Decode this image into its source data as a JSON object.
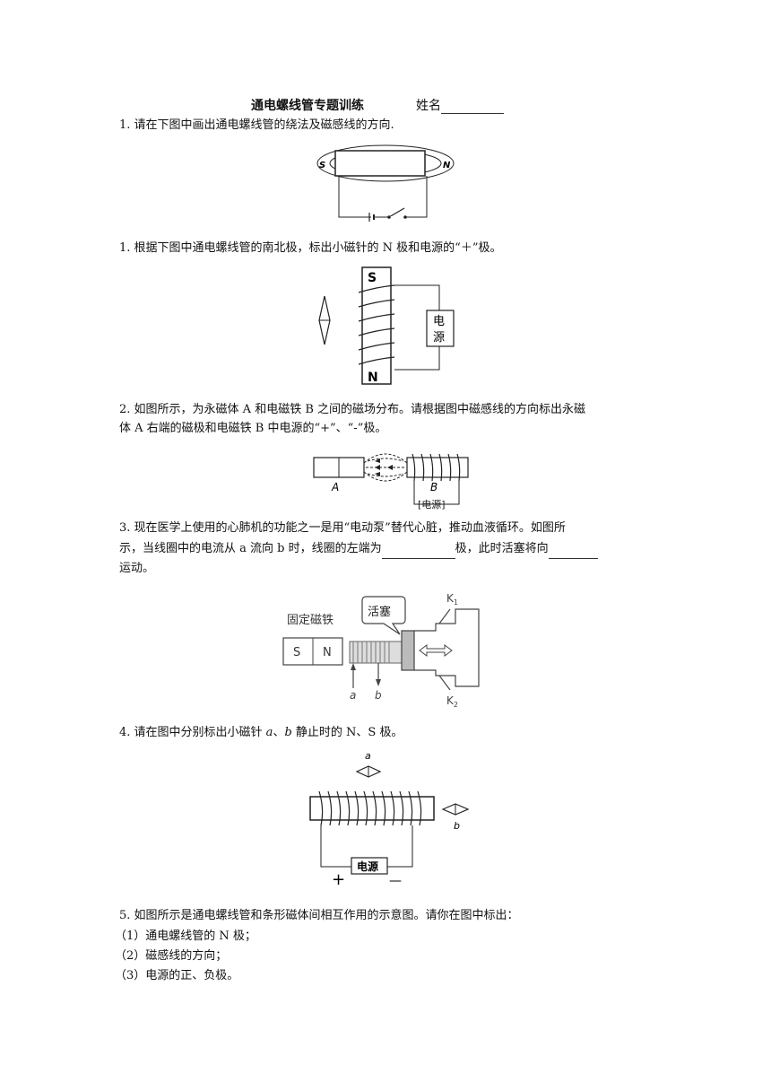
{
  "header": {
    "title": "通电螺线管专题训练",
    "name_label": "姓名"
  },
  "questions": [
    {
      "text": "1. 请在下图中画出通电螺线管的绕法及磁感线的方向."
    },
    {
      "text": "1. 根据下图中通电螺线管的南北极，标出小磁针的 N 极和电源的“＋”极。"
    },
    {
      "line1": "2. 如图所示，为永磁体 A 和电磁铁 B 之间的磁场分布。请根据图中磁感线的方向标出永磁",
      "line2": "体 A 右端的磁极和电磁铁 B 中电源的“+”、“-”极。"
    },
    {
      "line1": "3. 现在医学上使用的心肺机的功能之一是用“电动泵”替代心脏，推动血液循环。如图所",
      "line2_a": "示，当线圈中的电流从 a 流向 b 时，线圈的左端为",
      "line2_b": "极，此时活塞将向",
      "line3": "运动。"
    },
    {
      "text_a": "4. 请在图中分别标出小磁针 ",
      "text_b": "a",
      "text_c": "、",
      "text_d": "b",
      "text_e": " 静止时的 N、S 极。"
    },
    {
      "line1": "5. 如图所示是通电螺线管和条形磁体间相互作用的示意图。请你在图中标出：",
      "item1": "（1）通电螺线管的 N 极；",
      "item2": "（2）磁感线的方向；",
      "item3": "（3）电源的正、负极。"
    }
  ],
  "figures": {
    "fig1": {
      "left_pole": "S",
      "right_pole": "N"
    },
    "fig2": {
      "top_pole": "S",
      "bottom_pole": "N",
      "source_char1": "电",
      "source_char2": "源"
    },
    "fig3": {
      "label_a": "A",
      "label_b": "B",
      "source": "[电源]"
    },
    "fig4": {
      "magnet_label": "固定磁铁",
      "s": "S",
      "n": "N",
      "piston": "活塞",
      "k1": "K",
      "k1_sub": "1",
      "k2": "K",
      "k2_sub": "2",
      "a": "a",
      "b": "b"
    },
    "fig5": {
      "a": "a",
      "b": "b",
      "source": "电源",
      "plus": "+",
      "minus": "—"
    }
  }
}
